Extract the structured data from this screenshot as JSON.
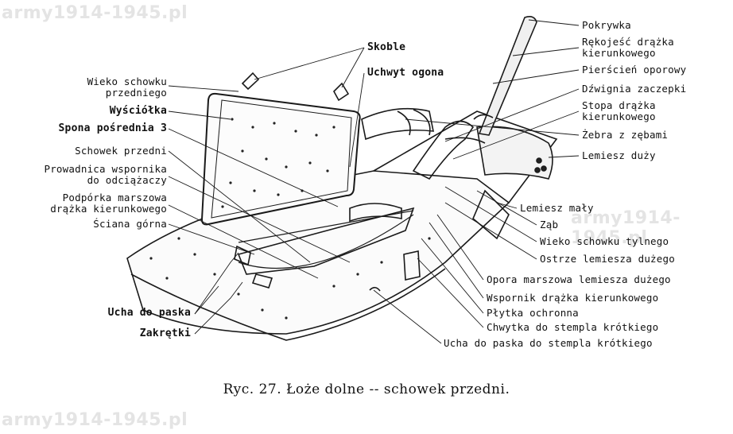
{
  "watermarks": [
    "army1914-1945.pl",
    "army1914-1945.pl",
    "army1914-1945.pl"
  ],
  "labels_left": [
    "Wieko schowku\nprzedniego",
    "Wyściółka",
    "Spona pośrednia 3",
    "Schowek przedni",
    "Prowadnica wspornika\ndo odciążaczy",
    "Podpórka marszowa\ndrążka kierunkowego",
    "Ściana górna",
    "Ucha do paska",
    "Zakrętki"
  ],
  "labels_top": [
    "Skoble",
    "Uchwyt ogona"
  ],
  "labels_right": [
    "Pokrywka",
    "Rękojeść drążka\nkierunkowego",
    "Pierścień oporowy",
    "Dźwignia zaczepki",
    "Stopa drążka\nkierunkowego",
    "Żebra z zębami",
    "Lemiesz duży",
    "Lemiesz mały",
    "Ząb",
    "Wieko schowku tylnego",
    "Ostrze lemiesza dużego",
    "Opora marszowa lemiesza dużego",
    "Wspornik drążka kierunkowego",
    "Płytka ochronna",
    "Chwytka do stempla krótkiego",
    "Ucha do paska do stempla krótkiego"
  ],
  "caption": "Ryc. 27. Łoże dolne -- schowek przedni."
}
